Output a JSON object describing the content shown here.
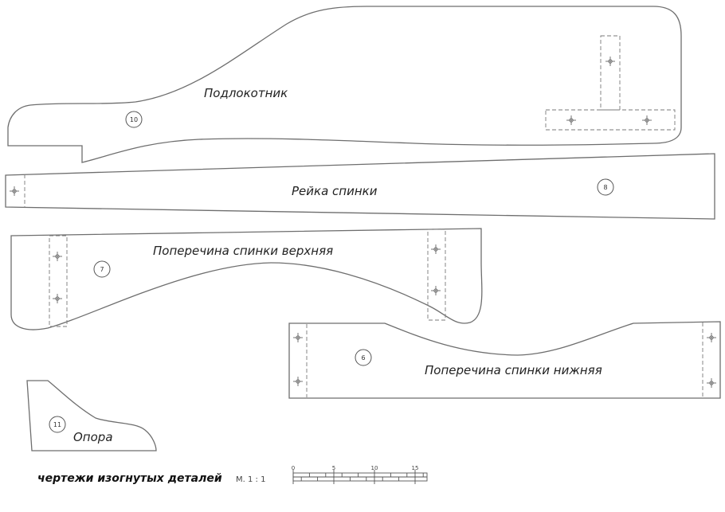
{
  "parts": {
    "armrest": {
      "name": "Подлокотник",
      "number": "10"
    },
    "back_rail": {
      "name": "Рейка спинки",
      "number": "8"
    },
    "upper_crossbar": {
      "name": "Поперечина спинки верхняя",
      "number": "7"
    },
    "lower_crossbar": {
      "name": "Поперечина спинки нижняя",
      "number": "6"
    },
    "support": {
      "name": "Опора",
      "number": "11"
    }
  },
  "footer": {
    "caption": "чертежи изогнутых деталей",
    "scale_label": "М. 1 : 1",
    "ruler_ticks": [
      "0",
      "5",
      "10",
      "15"
    ]
  },
  "colors": {
    "outline": "#6e6e6e",
    "background": "#ffffff"
  }
}
